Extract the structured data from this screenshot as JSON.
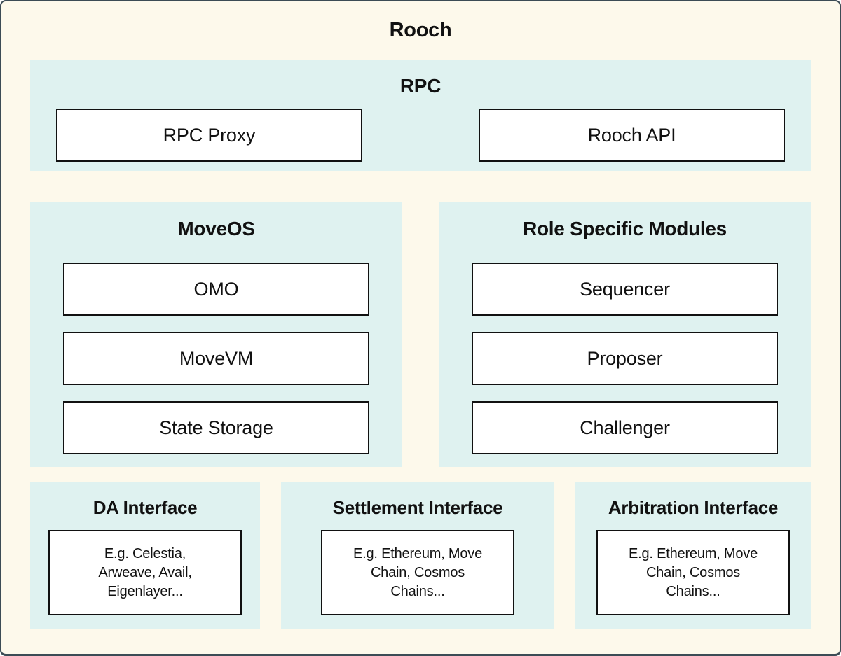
{
  "page": {
    "title": "Rooch"
  },
  "colors": {
    "frame_background": "#FDF9EB",
    "frame_border": "#3C4C55",
    "section_background": "#DFF2F0",
    "box_background": "#FFFFFF",
    "box_border": "#111111",
    "text": "#111111"
  },
  "sections": {
    "rpc": {
      "title": "RPC",
      "boxes": [
        "RPC Proxy",
        "Rooch API"
      ]
    },
    "moveos": {
      "title": "MoveOS",
      "boxes": [
        "OMO",
        "MoveVM",
        "State Storage"
      ]
    },
    "role_specific": {
      "title": "Role Specific Modules",
      "boxes": [
        "Sequencer",
        "Proposer",
        "Challenger"
      ]
    },
    "da_interface": {
      "title": "DA Interface",
      "boxes": [
        "E.g. Celestia, Arweave, Avail, Eigenlayer..."
      ]
    },
    "settlement_interface": {
      "title": "Settlement Interface",
      "boxes": [
        "E.g. Ethereum, Move Chain, Cosmos Chains..."
      ]
    },
    "arbitration_interface": {
      "title": "Arbitration Interface",
      "boxes": [
        "E.g. Ethereum, Move Chain, Cosmos Chains..."
      ]
    }
  }
}
